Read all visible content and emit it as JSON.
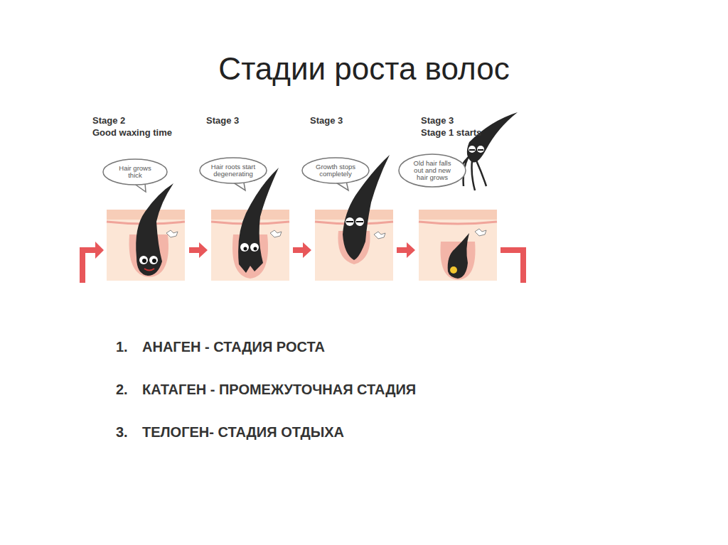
{
  "diagram": {
    "title": "Стадии роста волос",
    "nodes": [
      {
        "text": [
          "Hair grows thick"
        ]
      },
      {
        "text": [
          "Hair roots start degenerating"
        ]
      },
      {
        "text": [
          "Growth stops completely"
        ]
      },
      {
        "text": [
          "Old hair falls out and new hair grows"
        ]
      }
    ],
    "labels": [
      "Stage 2",
      "Good waxing time",
      "Stage 3",
      "Stage 3",
      "Stage 3",
      "Stage 1 starts",
      "1.",
      "АНАГЕН - СТАДИЯ РОСТА",
      "2.",
      "КАТАГЕН - ПРОМЕЖУТОЧНАЯ СТАДИЯ",
      "3.",
      "ТЕЛОГЕН- СТАДИЯ ОТДЫХА"
    ]
  }
}
